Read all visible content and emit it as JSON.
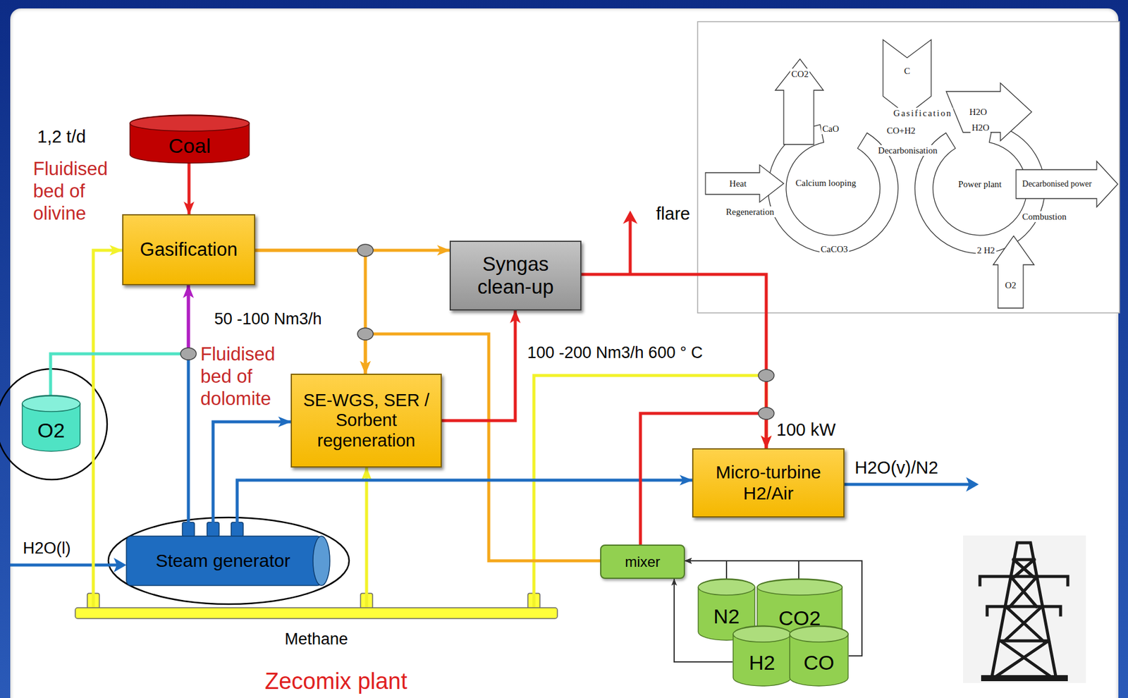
{
  "diagram": {
    "title": "Zecomix plant",
    "nodes": [
      {
        "text": [
          "Coal"
        ]
      },
      {
        "text": [
          "Gasification"
        ]
      },
      {
        "text": [
          "Syngas clean-up"
        ]
      },
      {
        "text": [
          "O2"
        ]
      },
      {
        "text": [
          "SE-WGS, SER / Sorbent regeneration"
        ]
      },
      {
        "text": [
          "Micro-turbine H2/Air"
        ]
      },
      {
        "text": [
          "Steam generator"
        ]
      },
      {
        "text": [
          "mixer"
        ]
      },
      {
        "text": [
          "Methane"
        ]
      },
      {
        "text": [
          "N2"
        ]
      },
      {
        "text": [
          "CO2"
        ]
      },
      {
        "text": [
          "H2"
        ]
      },
      {
        "text": [
          "CO"
        ]
      }
    ],
    "edges": [
      {
        "from": 0,
        "to": 1,
        "arrow": "to"
      },
      {
        "from": 1,
        "to": 2,
        "arrow": "to"
      },
      {
        "from": 1,
        "to": 4,
        "arrow": "to"
      },
      {
        "from": 7,
        "to": 4,
        "arrow": "to"
      },
      {
        "from": 4,
        "to": 2,
        "arrow": "to"
      },
      {
        "from": 2,
        "to": 5,
        "arrow": "to"
      },
      {
        "from": 7,
        "to": 5,
        "arrow": "to"
      },
      {
        "from": 8,
        "to": 1,
        "arrow": "to"
      },
      {
        "from": 8,
        "to": 4,
        "arrow": "to"
      },
      {
        "from": 8,
        "to": 5,
        "arrow": "to"
      },
      {
        "from": 3,
        "to": 1,
        "arrow": "to"
      },
      {
        "from": 6,
        "to": 1,
        "arrow": "to"
      },
      {
        "from": 6,
        "to": 4,
        "arrow": "to"
      },
      {
        "from": 6,
        "to": 5,
        "arrow": "to"
      },
      {
        "from": 9,
        "to": 7,
        "arrow": "to"
      },
      {
        "from": 10,
        "to": 7,
        "arrow": "to"
      },
      {
        "from": 11,
        "to": 7,
        "arrow": "to"
      },
      {
        "from": 12,
        "to": 7,
        "arrow": "to"
      }
    ],
    "labels": [
      "1,2 t/d",
      "Fluidised bed of olivine",
      "flare",
      "50 -100 Nm3/h",
      "Fluidised bed of dolomite",
      "100 -200 Nm3/h 600 ° C",
      "100 kW",
      "H2O(l)",
      "H2O(v)/N2",
      "CO2",
      "C",
      "Gasification",
      "H2O",
      "H2O",
      "CaO",
      "CO+H2",
      "Decarbonisation",
      "Heat",
      "Calcium looping",
      "Power plant",
      "Decarbonised power",
      "Regeneration",
      "Combustion",
      "CaCO3",
      "2 H2",
      "O2"
    ]
  }
}
